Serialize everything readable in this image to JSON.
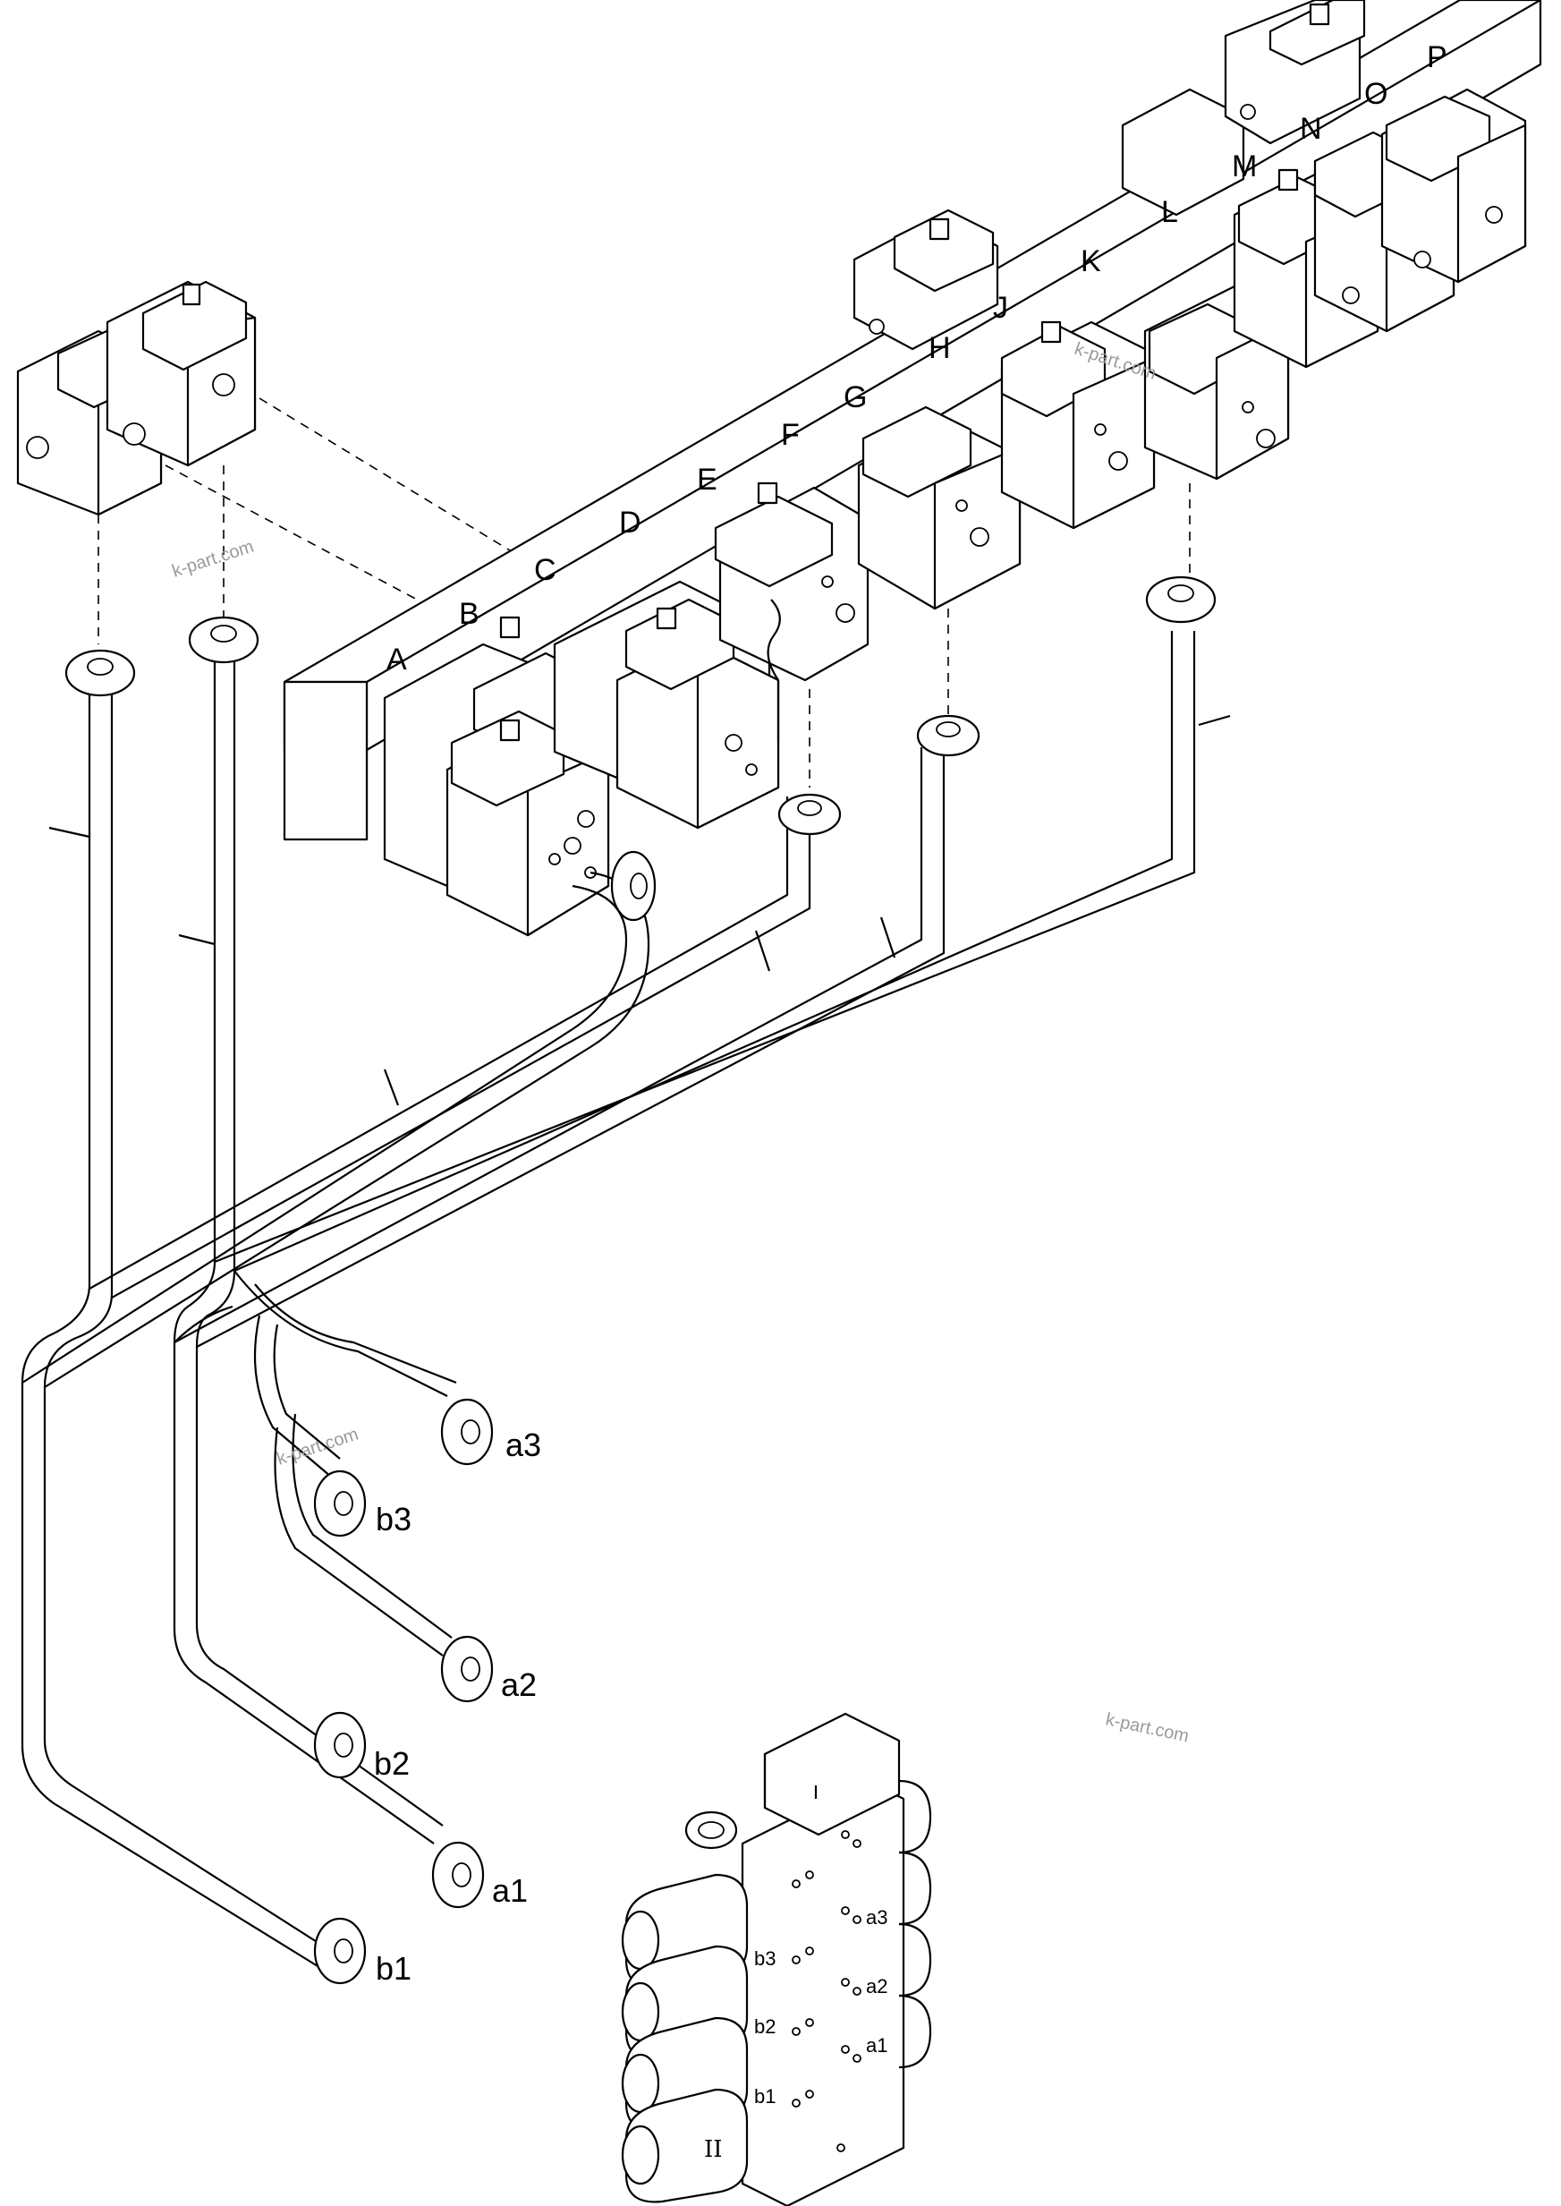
{
  "manifold": {
    "section_labels": [
      "A",
      "B",
      "C",
      "D",
      "E",
      "F",
      "G",
      "H",
      "J",
      "K",
      "L",
      "M",
      "N",
      "O",
      "P"
    ]
  },
  "ports": {
    "labels": [
      "a3",
      "b3",
      "a2",
      "b2",
      "a1",
      "b1"
    ]
  },
  "control_valve": {
    "port_labels_right": [
      "a3",
      "a2",
      "a1"
    ],
    "port_labels_left": [
      "b3",
      "b2",
      "b1"
    ],
    "section_mark": "II"
  },
  "watermarks": [
    "k-part.com",
    "k-part.com",
    "k-part.com",
    "k-part.com"
  ],
  "colors": {
    "line": "#000000",
    "background": "#ffffff",
    "watermark": "#9a9a9a"
  }
}
